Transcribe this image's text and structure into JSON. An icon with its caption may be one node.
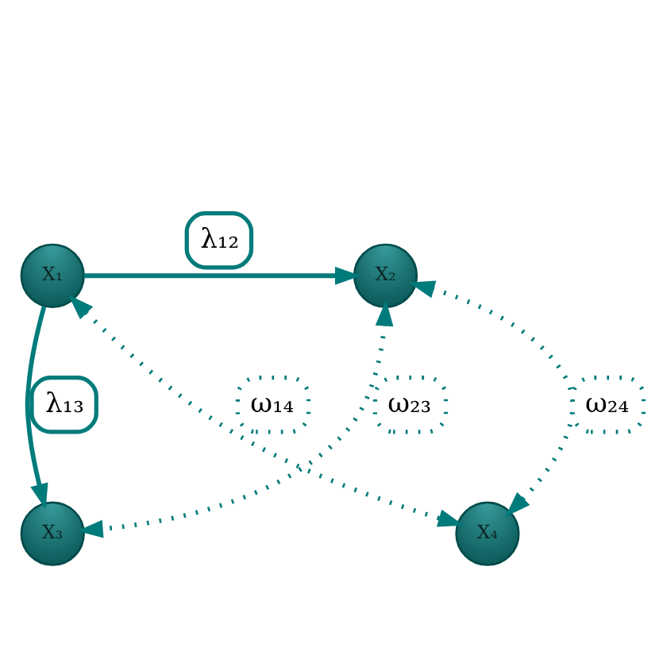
{
  "diagram": {
    "nodes": [
      {
        "text": [
          "X₁"
        ]
      },
      {
        "text": [
          "X₂"
        ]
      },
      {
        "text": [
          "X₃"
        ]
      },
      {
        "text": [
          "X₄"
        ]
      }
    ],
    "edges": [
      {
        "from": 0,
        "to": 1,
        "arrow": "to",
        "label": "λ₁₂"
      },
      {
        "from": 0,
        "to": 2,
        "arrow": "to",
        "label": "λ₁₃"
      },
      {
        "from": 1,
        "to": 2,
        "arrow": "both",
        "label": "ω₂₃",
        "style": "dashed"
      },
      {
        "from": 0,
        "to": 3,
        "arrow": "both",
        "label": "ω₁₄",
        "style": "dashed"
      },
      {
        "from": 1,
        "to": 3,
        "arrow": "both",
        "label": "ω₂₄",
        "style": "dashed"
      }
    ]
  }
}
